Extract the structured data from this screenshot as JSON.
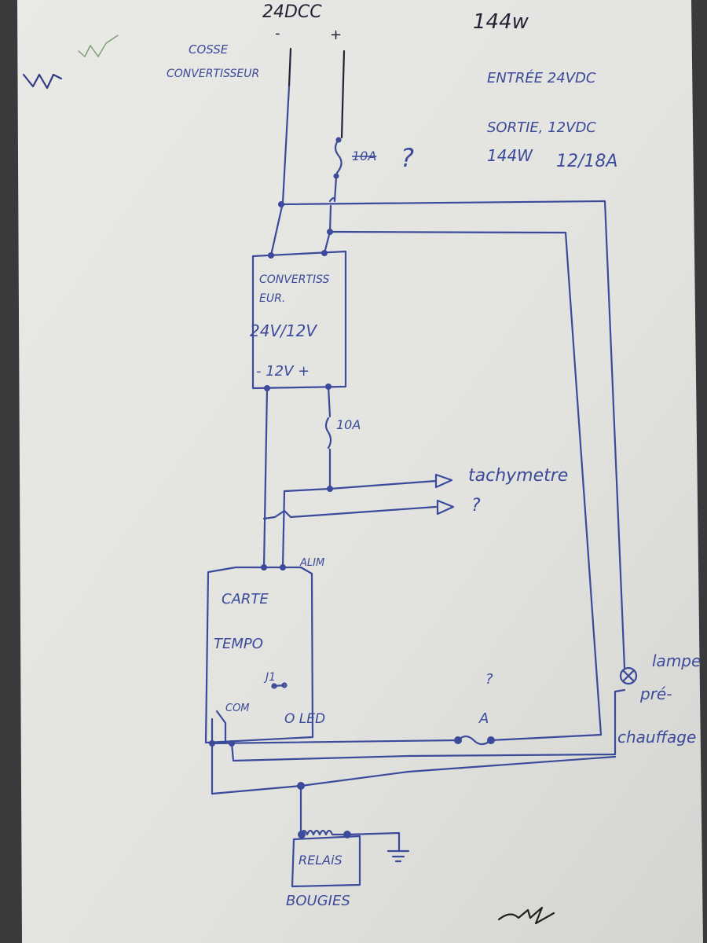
{
  "labels": {
    "supply": "24DCC",
    "minus": "-",
    "plus": "+",
    "cosse": "COSSE",
    "convertisseur": "CONVERTISSEUR",
    "power": "144w",
    "entree": "ENTRÉE 24VDC",
    "sortie": "SORTIE, 12VDC",
    "sortie_power": "144W",
    "sortie_current": "12/18A",
    "input_fuse": "10A",
    "question": "?",
    "converter_line1": "CONVERTISS",
    "converter_line2": "EUR.",
    "converter_line3": "24V/12V",
    "converter_line4": "- 12V +",
    "output_fuse": "10A",
    "tachymetre": "tachymetre",
    "tachy_question": "?",
    "alim": "ALIM",
    "carte": "CARTE",
    "tempo": "TEMPO",
    "j1": "J1",
    "com": "COM",
    "led": "O LED",
    "lamp_fuse": "A",
    "lamp_fuse_question": "?",
    "lamp_line1": "lampe",
    "lamp_line2": "pré-",
    "lamp_line3": "chauffage",
    "relais": "RELAiS",
    "bougies": "BOUGIES"
  }
}
